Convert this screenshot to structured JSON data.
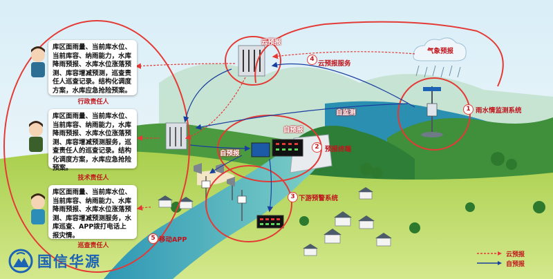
{
  "persons": [
    {
      "text": "库区面雨量、当前库水位、当前库容、纳雨能力，水库降雨预报、水库水位涨落预测、库容增减预测，巡查责任人巡查记录。结构化调度方案，水库应急抢险预案。",
      "role": "行政责任人"
    },
    {
      "text": "库区面雨量、当前库水位、当前库容、纳雨能力，水库降雨预报、水库水位涨落预测、库容增减预测服务，巡查责任人的巡查记录。结构化调度方案，水库应急抢险预案。",
      "role": "技术责任人"
    },
    {
      "text": "库区面雨量、当前库水位、当前库容、纳雨能力、水库降雨预报、水库水位涨落预测、库容增减预测服务，水库巡查、APP拨打电话上报灾情。",
      "role": "巡查责任人"
    }
  ],
  "labels": {
    "cloud_forecast": "云预报",
    "weather_forecast": "气象预报",
    "cloud_service": "云预报服务",
    "rain_system": "雨水情监测系统",
    "self_monitor": "自监测",
    "self_forecast": "自预报",
    "forecast_terminal": "预报终端",
    "self_forecast_2": "自预报",
    "downstream": "下游预警系统",
    "mobile_app": "移动APP"
  },
  "numbers": [
    "1",
    "2",
    "3",
    "4",
    "5"
  ],
  "brand": "国信华源",
  "legend": [
    {
      "label": "云预报",
      "style": "dashed",
      "color": "#e43a35"
    },
    {
      "label": "自预报",
      "style": "solid",
      "color": "#1a3e9e"
    }
  ]
}
